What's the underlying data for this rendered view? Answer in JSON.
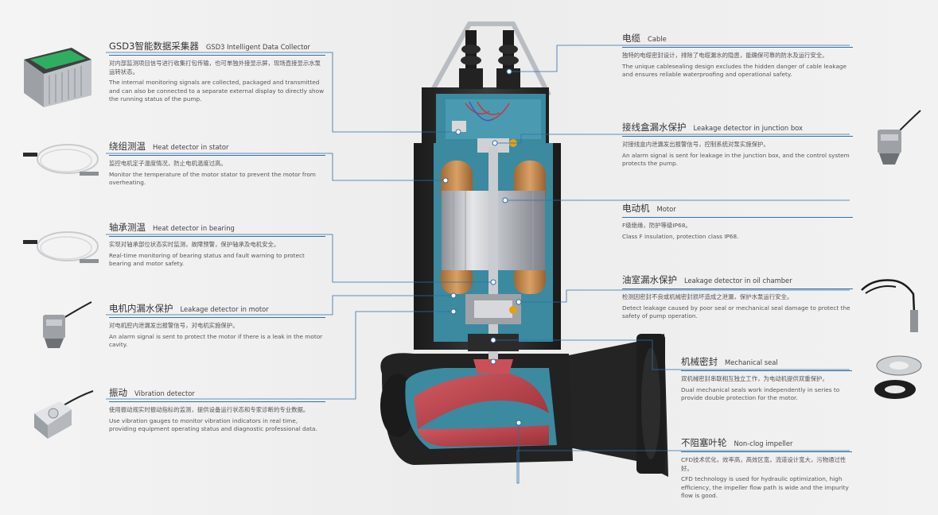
{
  "features": {
    "collector": {
      "zh": "GSD3智能数据采集器",
      "en": "GSD3 Intelligent Data Collector",
      "zh_desc": "对内部监测项目信号进行收集打包传输，也可单独外接显示屏，现场直接显示水泵运转状态。",
      "en_desc": "The internal monitoring signals are collected, packaged and transmitted and can also be connected to a separate external display to directly show the running status of the pump."
    },
    "stator": {
      "zh": "绕组测温",
      "en": "Heat detector in stator",
      "zh_desc": "监控电机定子温度情况，防止电机温度过高。",
      "en_desc": "Monitor the temperature of the motor stator to prevent the motor from overheating."
    },
    "bearing": {
      "zh": "轴承测温",
      "en": "Heat detector in bearing",
      "zh_desc": "实现对轴承部位状态实时监测，故障预警，保护轴承及电机安全。",
      "en_desc": "Real-time monitoring of bearing status and fault warning to protect bearing and motor safety."
    },
    "motor_leak": {
      "zh": "电机内漏水保护",
      "en": "Leakage detector in motor",
      "zh_desc": "对电机腔内泄漏发出报警信号，对电机实施保护。",
      "en_desc": "An alarm signal is sent to protect the motor if there is a leak in the motor cavity."
    },
    "vibration": {
      "zh": "振动",
      "en": "Vibration detector",
      "zh_desc": "使用振动规实时振动指标的监测，提供设备运行状态和专家诊断的专业数据。",
      "en_desc": "Use vibration gauges to monitor vibration indicators in real time, providing equipment operating status and diagnostic professional data."
    },
    "cable": {
      "zh": "电缆",
      "en": "Cable",
      "zh_desc": "独特的电缆密封设计，排除了电缆漏水的隐患，能确保可靠的防水及运行安全。",
      "en_desc": "The unique cablesealing design excludes the hidden danger of cable leakage and ensures reliable waterproofing and operational safety."
    },
    "junction": {
      "zh": "接线盒漏水保护",
      "en": "Leakage detector in junction box",
      "zh_desc": "对接线盒内泄漏发出报警信号，控制系统对泵实施保护。",
      "en_desc": "An alarm signal is sent for leakage in the junction box, and the control system protects the pump."
    },
    "motor": {
      "zh": "电动机",
      "en": "Motor",
      "zh_desc": "F级绝缘，防护等级IP68。",
      "en_desc": "Class F insulation, protection class IP68."
    },
    "oil": {
      "zh": "油室漏水保护",
      "en": "Leakage detector in oil chamber",
      "zh_desc": "检测因密封不良或机械密封损坏造成之泄漏，保护水泵运行安全。",
      "en_desc": "Detect leakage caused by poor seal or mechanical seal damage to protect the safety of pump operation."
    },
    "seal": {
      "zh": "机械密封",
      "en": "Mechanical seal",
      "zh_desc": "双机械密封串联相互独立工作，为电动机提供双重保护。",
      "en_desc": "Dual mechanical seals work independently in series to provide double protection for the motor."
    },
    "impeller": {
      "zh": "不阻塞叶轮",
      "en": "Non-clog impeller",
      "zh_desc": "CFD技术优化，效率高，高效区宽，流道设计宽大，污物通过性好。",
      "en_desc": "CFD technology is used for hydraulic optimization, high efficiency, the impeller flow path is wide and the impurity flow is good."
    }
  },
  "icons": {
    "collector": "data-collector-module-icon",
    "stator": "temperature-probe-icon",
    "bearing": "temperature-probe-icon",
    "motor_leak": "leak-probe-icon",
    "vibration": "vibration-sensor-icon",
    "junction": "leak-probe-icon",
    "oil": "thermal-sensor-cable-icon",
    "seal": "mechanical-seal-rings-icon"
  },
  "colors": {
    "accent_line": "#2f6fa8",
    "pump_body": "#262626",
    "interior": "#3b8aa0",
    "impeller": "#c0474f",
    "cable_jacket": "#1c1c1c"
  }
}
